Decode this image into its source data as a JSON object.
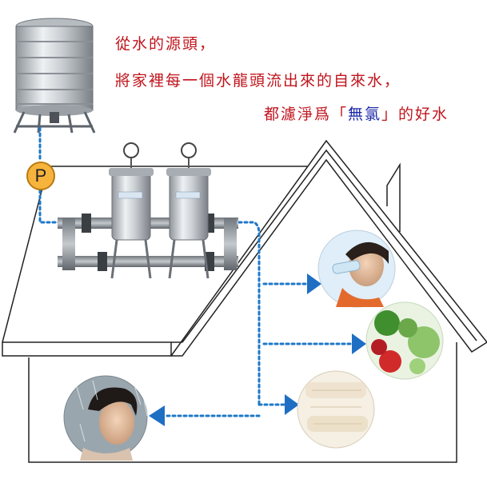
{
  "caption": {
    "line1": "從水的源頭，",
    "line2": "將家裡每一個水龍頭流出來的自來水，",
    "line3_prefix": "都濾淨爲「",
    "line3_highlight": "無氯",
    "line3_suffix": "」的好水"
  },
  "pump_label": "P",
  "colors": {
    "caption_text": "#c0141c",
    "highlight_text": "#1c2aa8",
    "pipe_dots": "#1e78c8",
    "arrow_fill": "#1e6fc4",
    "pump_fill": "#f6b43c",
    "house_outline": "#222222"
  },
  "icons": {
    "tank": "water-tank-icon",
    "pump": "pump-icon",
    "filters": "filter-housing-icon",
    "drink": "drinking-water-photo",
    "vegetables": "vegetables-photo",
    "towels": "towels-photo",
    "shower": "shower-photo"
  }
}
